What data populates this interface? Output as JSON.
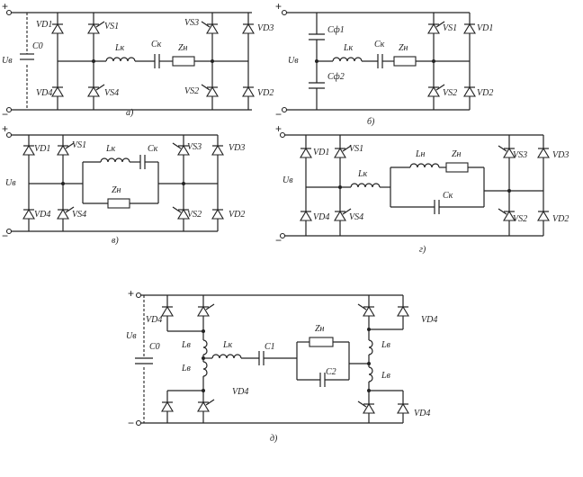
{
  "figure": {
    "a": {
      "caption": "а)",
      "plus": "+",
      "minus": "−",
      "source_label": "Uв",
      "cap_label": "C0",
      "vd1": "VD1",
      "vd4": "VD4",
      "vs1": "VS1",
      "vs4": "VS4",
      "lk": "Lк",
      "ck": "Cк",
      "zn": "Zн",
      "vs3": "VS3",
      "vs2": "VS2",
      "vd3": "VD3",
      "vd2": "VD2"
    },
    "b": {
      "caption": "б)",
      "plus": "+",
      "minus": "−",
      "source_label": "Uв",
      "cf1": "Cф1",
      "cf2": "Cф2",
      "lk": "Lк",
      "ck": "Cк",
      "zn": "Zн",
      "vs1": "VS1",
      "vs2": "VS2",
      "vd1": "VD1",
      "vd2": "VD2"
    },
    "v": {
      "caption": "в)",
      "plus": "+",
      "minus": "−",
      "source_label": "Uв",
      "vd1": "VD1",
      "vs1": "VS1",
      "vd4": "VD4",
      "vs4": "VS4",
      "lk": "Lк",
      "ck": "Cк",
      "zn": "Zн",
      "vs3": "VS3",
      "vd3": "VD3",
      "vs2": "VS2",
      "vd2": "VD2"
    },
    "g": {
      "caption": "г)",
      "plus": "+",
      "minus": "−",
      "source_label": "Uв",
      "vd1": "VD1",
      "vs1": "VS1",
      "vd4": "VD4",
      "vs4": "VS4",
      "lk": "Lк",
      "ln": "Lн",
      "zn": "Zн",
      "ck": "Cк",
      "vs3": "VS3",
      "vd3": "VD3",
      "vs2": "VS2",
      "vd2": "VD2"
    },
    "d": {
      "caption": "д)",
      "plus": "+",
      "minus": "−",
      "source_label": "Uв",
      "cap_label": "C0",
      "vd_left_top": "VD4",
      "lb_l1": "Lв",
      "lb_l2": "Lв",
      "lk": "Lк",
      "c1": "C1",
      "zn": "Zн",
      "c2": "C2",
      "vd_mid": "VD4",
      "lb_r1": "Lв",
      "lb_r2": "Lв",
      "vd_right_top": "VD4",
      "vd_right_bot": "VD4"
    }
  }
}
